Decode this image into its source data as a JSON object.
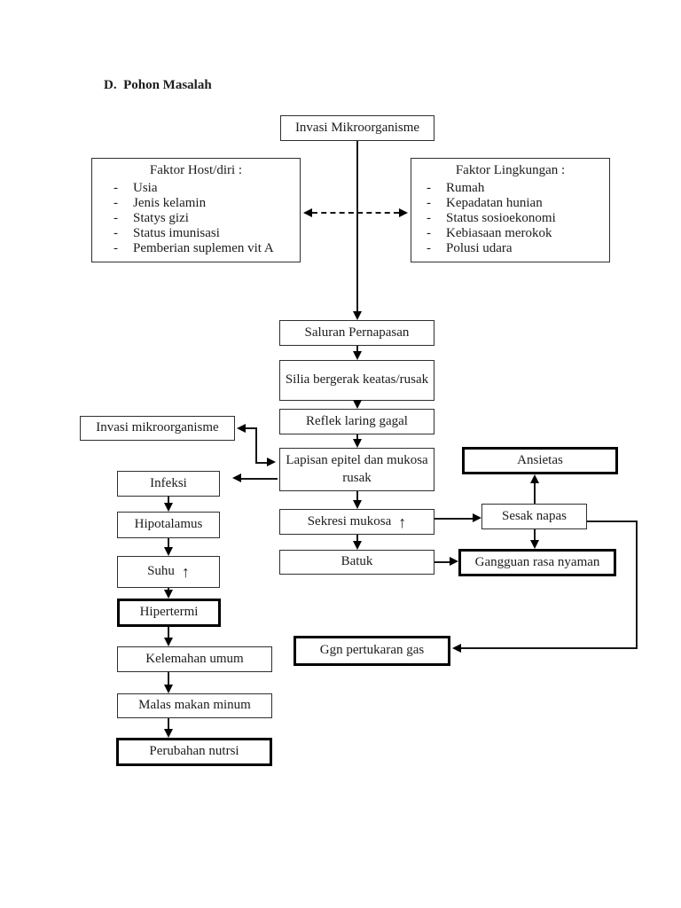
{
  "page_title": "D.  Pohon Masalah",
  "bullet": "-",
  "icons": {
    "up_arrow": "↑"
  },
  "factor_host": {
    "title": "Faktor Host/diri :",
    "items": [
      "Usia",
      "Jenis kelamin",
      "Statys gizi",
      "Status imunisasi",
      "Pemberian suplemen vit A"
    ]
  },
  "factor_env": {
    "title": "Faktor Lingkungan :",
    "items": [
      "Rumah",
      "Kepadatan hunian",
      "Status sosioekonomi",
      "Kebiasaan merokok",
      "Polusi udara"
    ]
  },
  "nodes": {
    "invasi_top": "Invasi Mikroorganisme",
    "saluran": "Saluran Pernapasan",
    "silia": "Silia bergerak keatas/rusak",
    "reflek": "Reflek laring gagal",
    "lapisan": "Lapisan epitel dan mukosa rusak",
    "sekresi": "Sekresi mukosa",
    "batuk": "Batuk",
    "invasi_left": "Invasi mikroorganisme",
    "infeksi": "Infeksi",
    "hipotalamus": "Hipotalamus",
    "suhu": "Suhu",
    "hipertermi": "Hipertermi",
    "kelemahan": "Kelemahan umum",
    "malas": "Malas makan minum",
    "perubahan": "Perubahan nutrsi",
    "ansietas": "Ansietas",
    "sesak": "Sesak napas",
    "gangguan": "Gangguan rasa nyaman",
    "ggn_gas": "Ggn pertukaran gas"
  }
}
